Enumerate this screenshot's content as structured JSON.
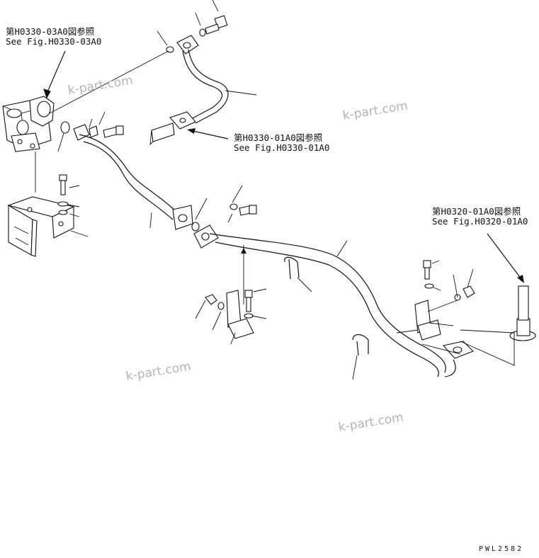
{
  "references": [
    {
      "id": "ref-h0330-03a0",
      "jp": "第H0330-03A0図参照",
      "en": "See Fig.H0330-03A0"
    },
    {
      "id": "ref-h0330-01a0",
      "jp": "第H0330-01A0図参照",
      "en": "See Fig.H0330-01A0"
    },
    {
      "id": "ref-h0320-01a0",
      "jp": "第H0320-01A0図参照",
      "en": "See Fig.H0320-01A0"
    }
  ],
  "watermarks": [
    "k-part.com",
    "k-part.com",
    "k-part.com",
    "k-part.com"
  ],
  "drawing_code": "PWL2582"
}
